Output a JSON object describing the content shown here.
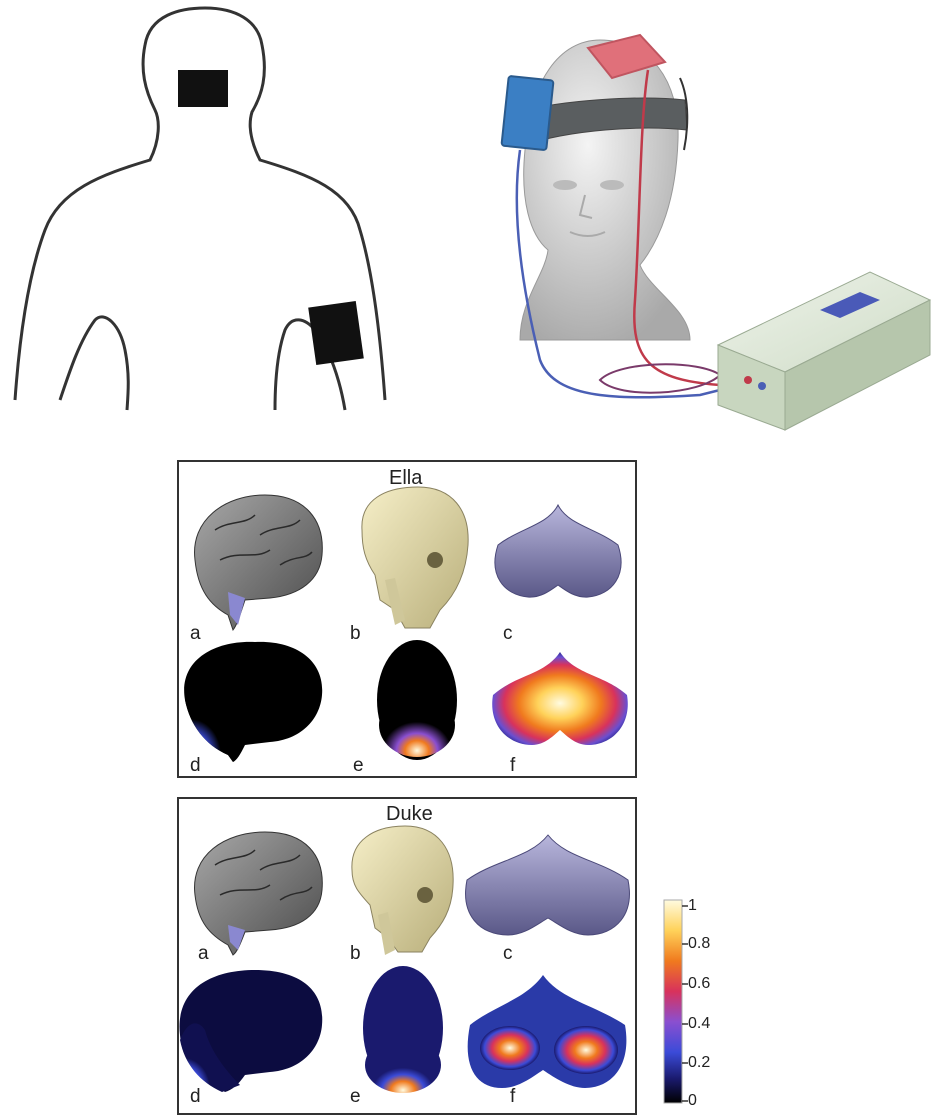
{
  "panels": [
    {
      "title": "Ella",
      "labels": [
        "a",
        "b",
        "c",
        "d",
        "e",
        "f"
      ]
    },
    {
      "title": "Duke",
      "labels": [
        "a",
        "b",
        "c",
        "d",
        "e",
        "f"
      ]
    }
  ],
  "colorbar": {
    "ticks": [
      "1",
      "0.8",
      "0.6",
      "0.4",
      "0.2",
      "0"
    ],
    "colors": [
      "#000000",
      "#1a1a6e",
      "#3b4bd8",
      "#8a4fd0",
      "#d8325c",
      "#f07a1e",
      "#ffd25a",
      "#fffbe0"
    ]
  },
  "colors": {
    "electrode": "#111111",
    "blue_electrode": "#3b7fc4",
    "red_electrode": "#e0707a",
    "device": "#dfe9d9",
    "device_screen": "#4a5ab8",
    "brain": "#8a8a8a",
    "skull": "#e9dfaa",
    "cerebellum": "#7a78a8"
  }
}
